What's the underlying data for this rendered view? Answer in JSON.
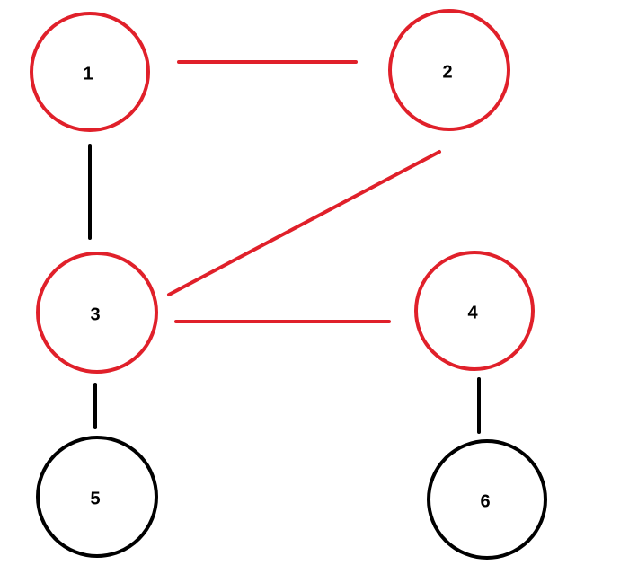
{
  "colors": {
    "highlight": "#e0202a",
    "default": "#000000",
    "background": "#ffffff"
  },
  "nodes": [
    {
      "id": "1",
      "label": "1",
      "highlighted": true
    },
    {
      "id": "2",
      "label": "2",
      "highlighted": true
    },
    {
      "id": "3",
      "label": "3",
      "highlighted": true
    },
    {
      "id": "4",
      "label": "4",
      "highlighted": true
    },
    {
      "id": "5",
      "label": "5",
      "highlighted": false
    },
    {
      "id": "6",
      "label": "6",
      "highlighted": false
    }
  ],
  "edges": [
    {
      "from": "1",
      "to": "2",
      "highlighted": true
    },
    {
      "from": "1",
      "to": "3",
      "highlighted": false
    },
    {
      "from": "2",
      "to": "3",
      "highlighted": true
    },
    {
      "from": "3",
      "to": "4",
      "highlighted": true
    },
    {
      "from": "3",
      "to": "5",
      "highlighted": false
    },
    {
      "from": "4",
      "to": "6",
      "highlighted": false
    }
  ]
}
